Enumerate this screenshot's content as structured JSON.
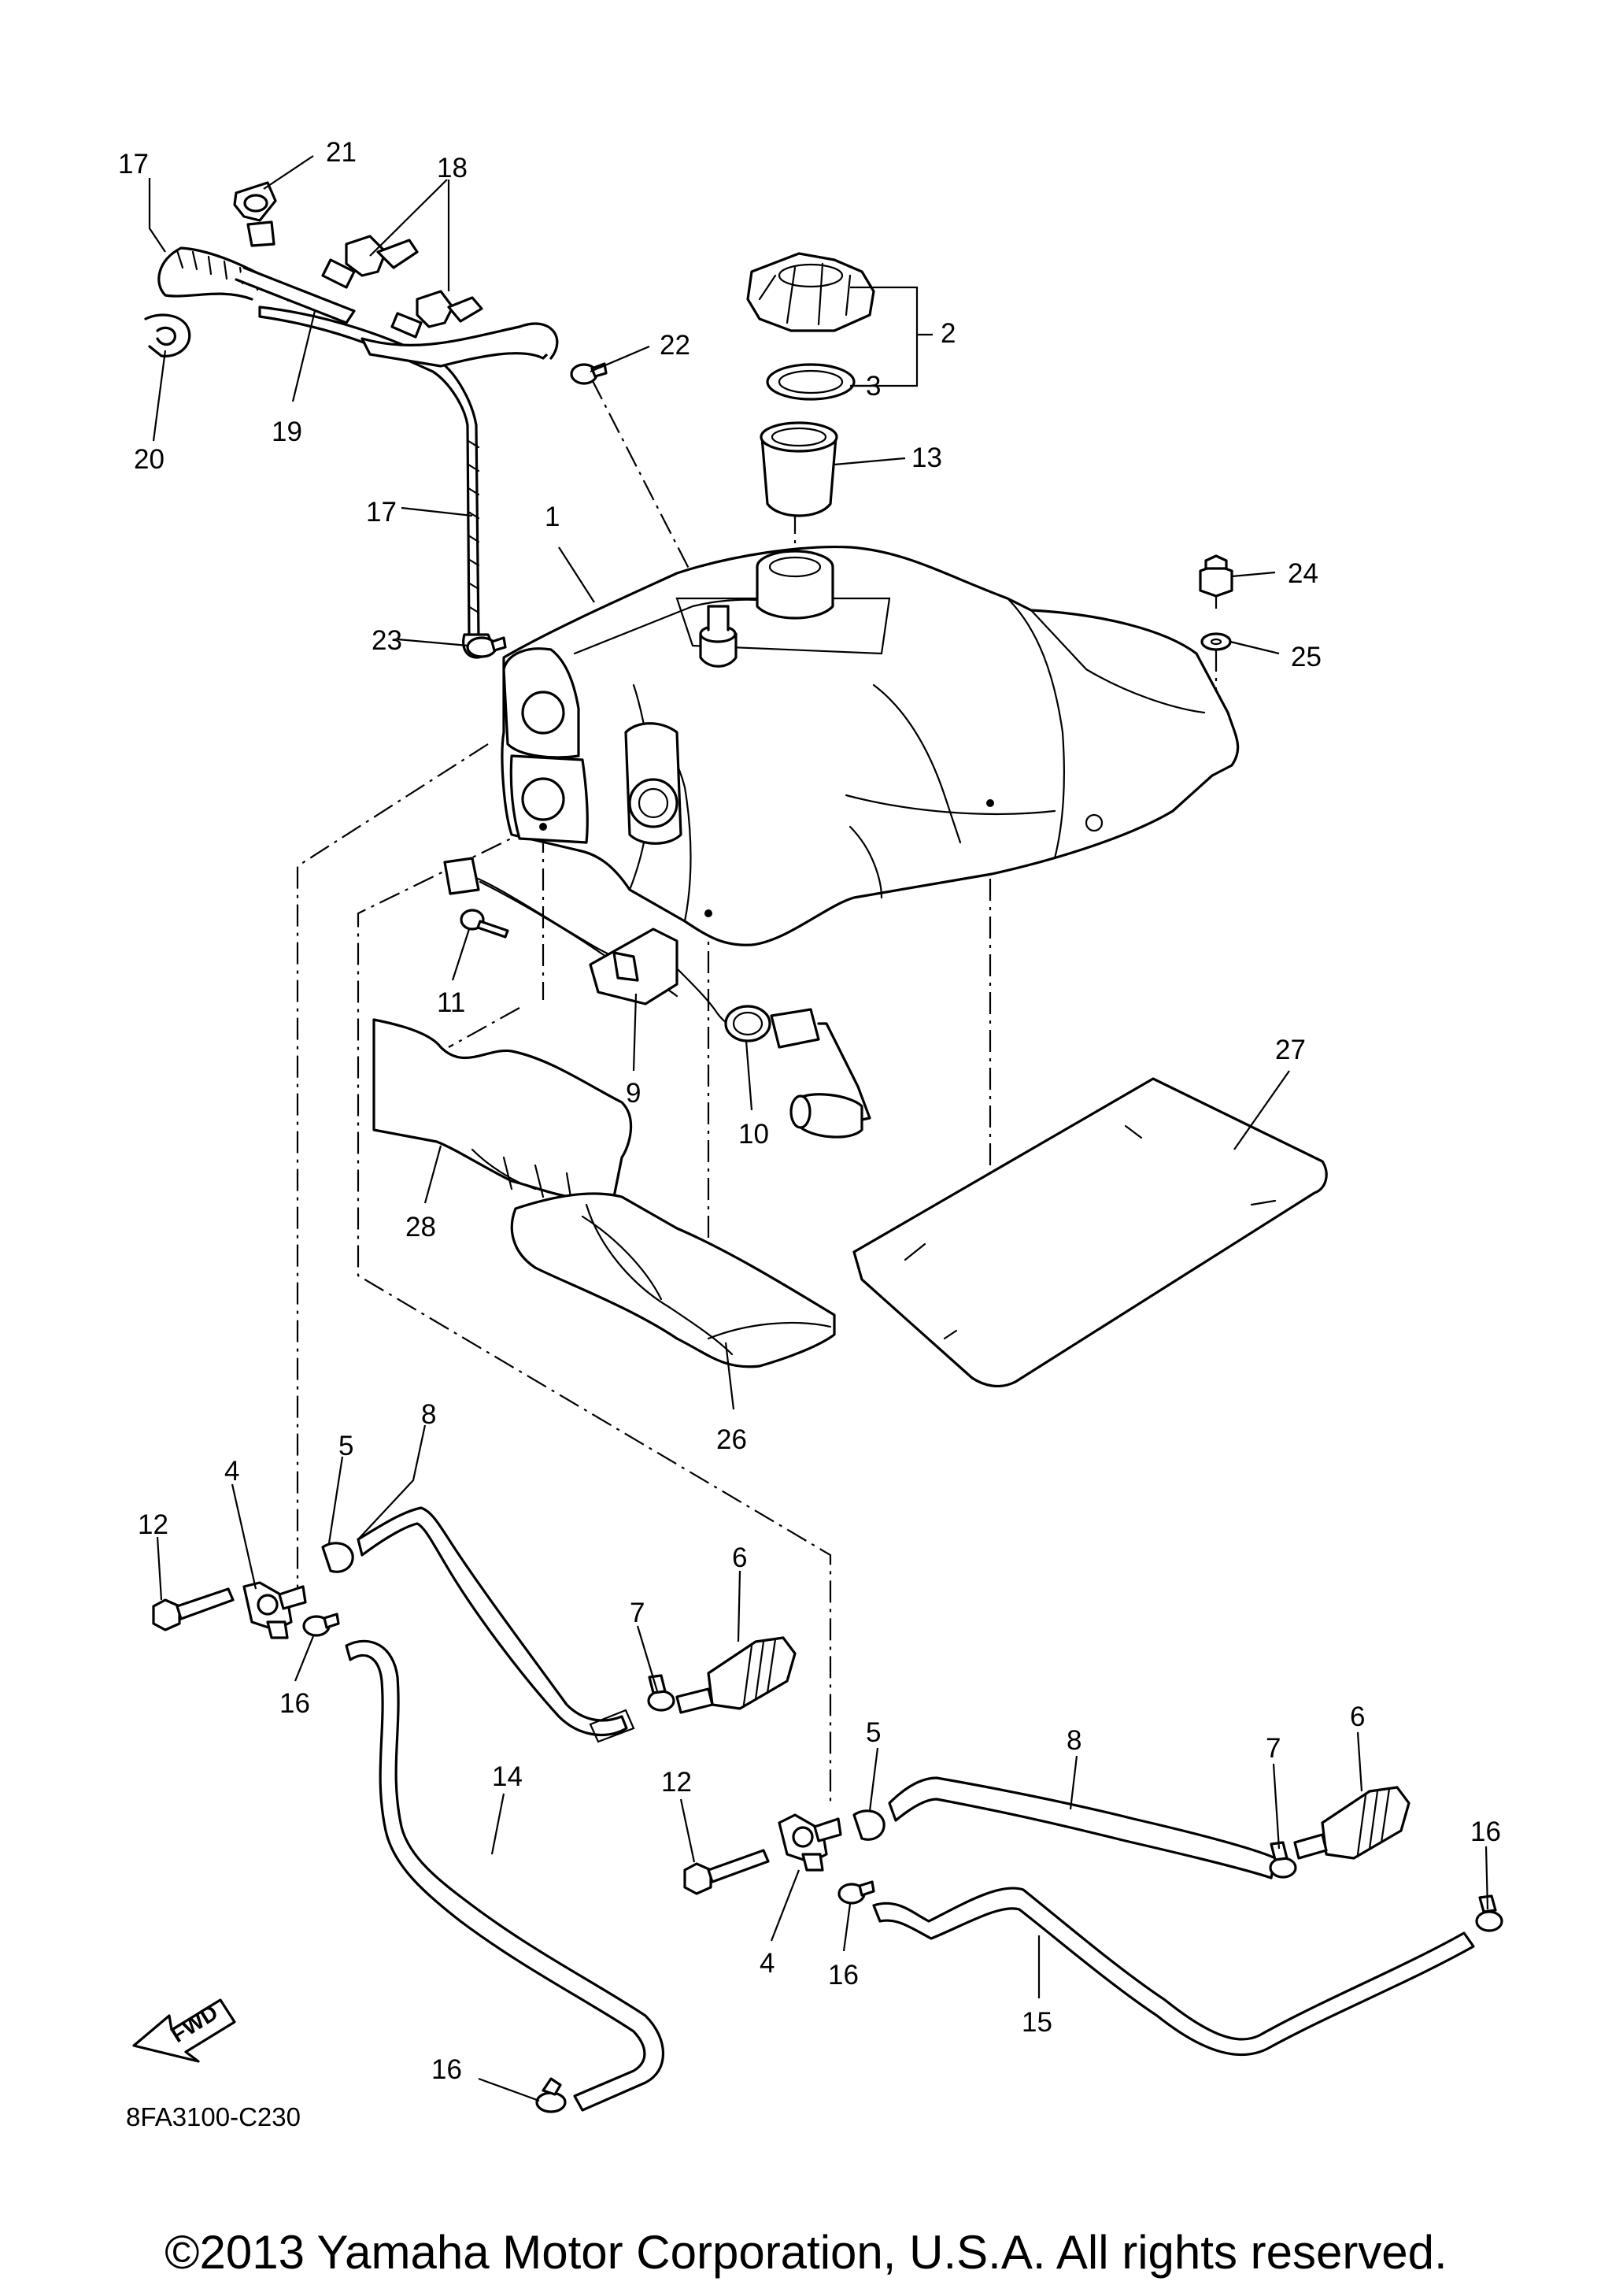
{
  "diagram_code": "8FA3100-C230",
  "fwd_label": "FWD",
  "copyright": "©2013 Yamaha Motor Corporation, U.S.A. All rights reserved.",
  "callouts": [
    {
      "id": "c1",
      "label": "1"
    },
    {
      "id": "c2",
      "label": "2"
    },
    {
      "id": "c3",
      "label": "3"
    },
    {
      "id": "c4a",
      "label": "4"
    },
    {
      "id": "c4b",
      "label": "4"
    },
    {
      "id": "c5a",
      "label": "5"
    },
    {
      "id": "c5b",
      "label": "5"
    },
    {
      "id": "c6a",
      "label": "6"
    },
    {
      "id": "c6b",
      "label": "6"
    },
    {
      "id": "c7a",
      "label": "7"
    },
    {
      "id": "c7b",
      "label": "7"
    },
    {
      "id": "c8a",
      "label": "8"
    },
    {
      "id": "c8b",
      "label": "8"
    },
    {
      "id": "c9",
      "label": "9"
    },
    {
      "id": "c10",
      "label": "10"
    },
    {
      "id": "c11",
      "label": "11"
    },
    {
      "id": "c12a",
      "label": "12"
    },
    {
      "id": "c12b",
      "label": "12"
    },
    {
      "id": "c13",
      "label": "13"
    },
    {
      "id": "c14",
      "label": "14"
    },
    {
      "id": "c15",
      "label": "15"
    },
    {
      "id": "c16a",
      "label": "16"
    },
    {
      "id": "c16b",
      "label": "16"
    },
    {
      "id": "c16c",
      "label": "16"
    },
    {
      "id": "c16d",
      "label": "16"
    },
    {
      "id": "c17a",
      "label": "17"
    },
    {
      "id": "c17b",
      "label": "17"
    },
    {
      "id": "c18",
      "label": "18"
    },
    {
      "id": "c19",
      "label": "19"
    },
    {
      "id": "c20",
      "label": "20"
    },
    {
      "id": "c21",
      "label": "21"
    },
    {
      "id": "c22",
      "label": "22"
    },
    {
      "id": "c23",
      "label": "23"
    },
    {
      "id": "c24",
      "label": "24"
    },
    {
      "id": "c25",
      "label": "25"
    },
    {
      "id": "c26",
      "label": "26"
    },
    {
      "id": "c27",
      "label": "27"
    },
    {
      "id": "c28",
      "label": "28"
    }
  ]
}
